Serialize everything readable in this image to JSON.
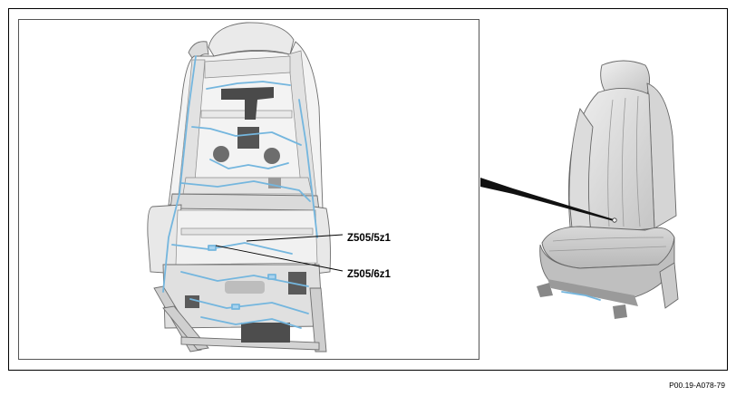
{
  "diagram": {
    "callout_upper": "Z505/5z1",
    "callout_lower": "Z505/6z1",
    "figure_number": "P00.19-A078-79"
  },
  "colors": {
    "wiring": "#74b6de",
    "frame_outline": "#000000",
    "detail_box_outline": "#555555",
    "leather": "#d6d6d6"
  }
}
